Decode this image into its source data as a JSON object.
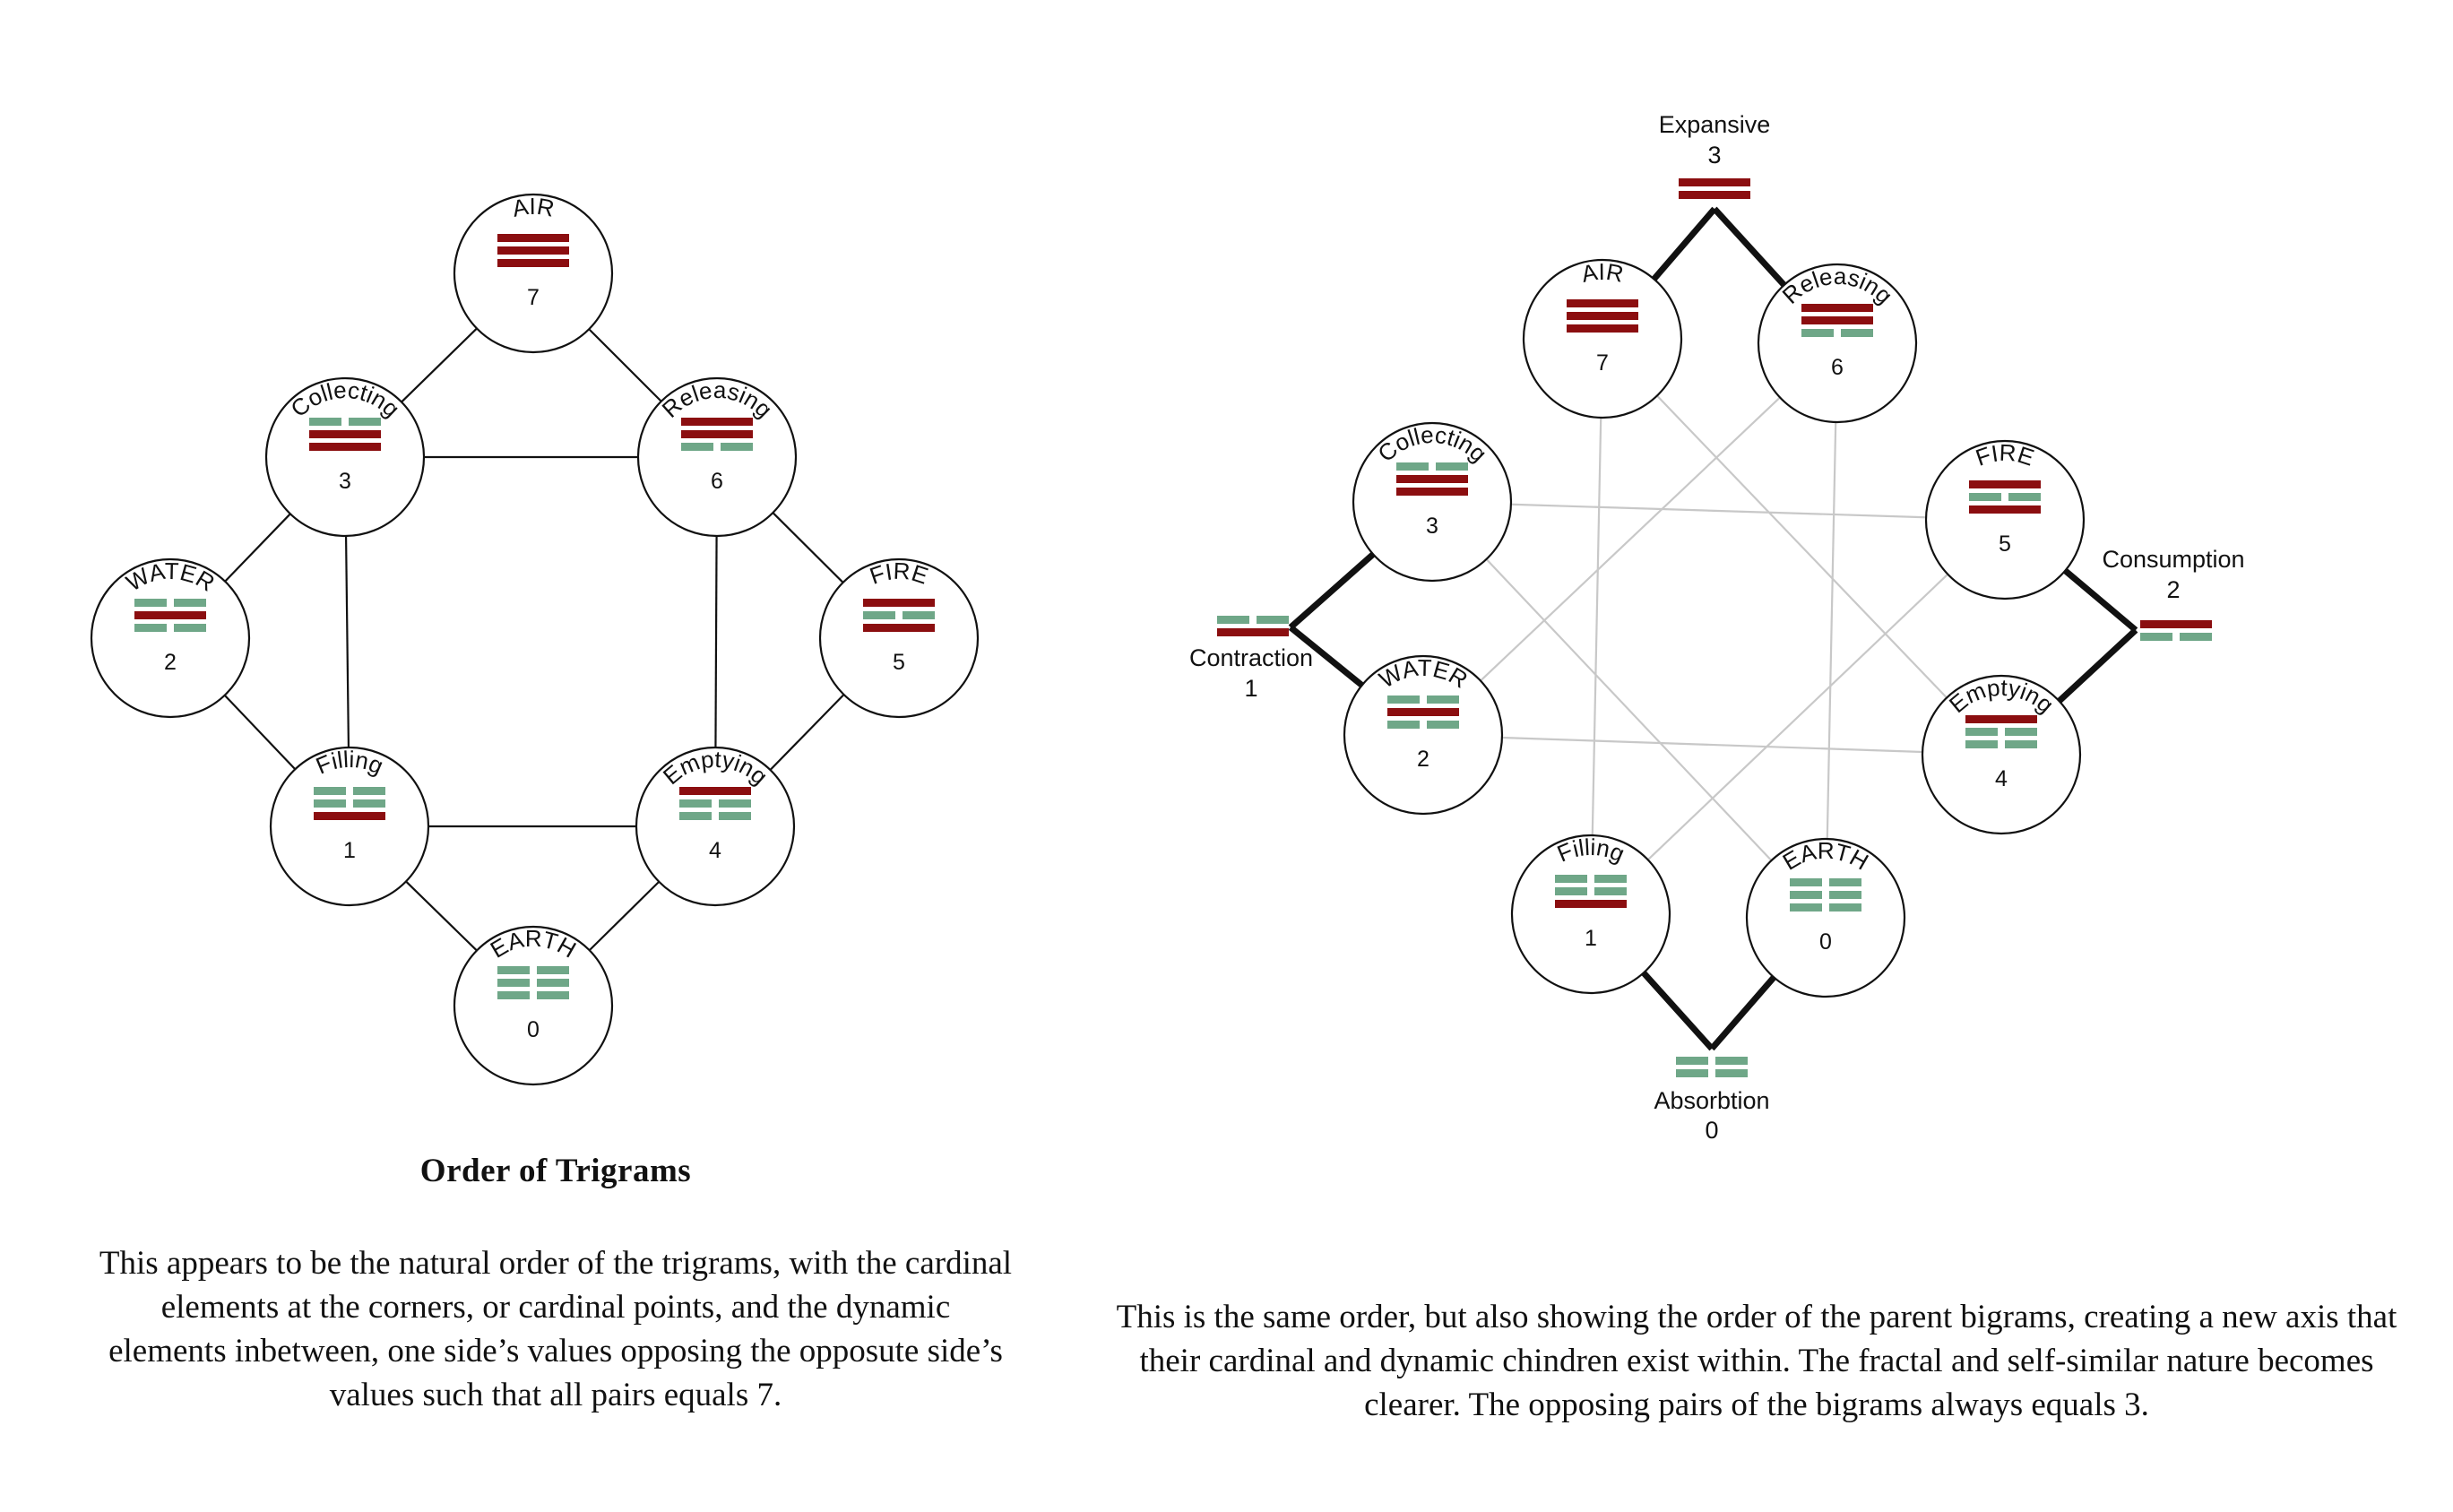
{
  "colors": {
    "yang": "#8b0e10",
    "yin": "#6fa788",
    "line": "#111111",
    "web": "#c8c8c8"
  },
  "left_diagram": {
    "title": "Order of Trigrams",
    "description": "This appears to be the natural order of the trigrams, with the cardinal elements at the corners, or cardinal points, and the dynamic elements inbetween, one side’s values opposing the opposute side’s values such that all pairs equals 7.",
    "nodes": [
      {
        "label": "AIR",
        "value": "7",
        "lines": [
          "yang",
          "yang",
          "yang"
        ]
      },
      {
        "label": "Collecting",
        "value": "3",
        "lines": [
          "yin",
          "yang",
          "yang"
        ]
      },
      {
        "label": "Releasing",
        "value": "6",
        "lines": [
          "yang",
          "yang",
          "yin"
        ]
      },
      {
        "label": "WATER",
        "value": "2",
        "lines": [
          "yin",
          "yang",
          "yin"
        ]
      },
      {
        "label": "FIRE",
        "value": "5",
        "lines": [
          "yang",
          "yin",
          "yang"
        ]
      },
      {
        "label": "Filling",
        "value": "1",
        "lines": [
          "yin",
          "yin",
          "yang"
        ]
      },
      {
        "label": "Emptying",
        "value": "4",
        "lines": [
          "yang",
          "yin",
          "yin"
        ]
      },
      {
        "label": "EARTH",
        "value": "0",
        "lines": [
          "yin",
          "yin",
          "yin"
        ]
      }
    ]
  },
  "right_diagram": {
    "description": "This is the same order, but also showing the order of the parent bigrams, creating a new axis that their cardinal and dynamic chindren exist within. The fractal and self-similar nature becomes clearer. The opposing pairs of the bigrams always equals 3.",
    "nodes": [
      {
        "label": "AIR",
        "value": "7",
        "lines": [
          "yang",
          "yang",
          "yang"
        ]
      },
      {
        "label": "Releasing",
        "value": "6",
        "lines": [
          "yang",
          "yang",
          "yin"
        ]
      },
      {
        "label": "Collecting",
        "value": "3",
        "lines": [
          "yin",
          "yang",
          "yang"
        ]
      },
      {
        "label": "FIRE",
        "value": "5",
        "lines": [
          "yang",
          "yin",
          "yang"
        ]
      },
      {
        "label": "WATER",
        "value": "2",
        "lines": [
          "yin",
          "yang",
          "yin"
        ]
      },
      {
        "label": "Emptying",
        "value": "4",
        "lines": [
          "yang",
          "yin",
          "yin"
        ]
      },
      {
        "label": "Filling",
        "value": "1",
        "lines": [
          "yin",
          "yin",
          "yang"
        ]
      },
      {
        "label": "EARTH",
        "value": "0",
        "lines": [
          "yin",
          "yin",
          "yin"
        ]
      }
    ],
    "bigrams": [
      {
        "label": "Expansive",
        "value": "3",
        "lines": [
          "yang",
          "yang"
        ]
      },
      {
        "label": "Consumption",
        "value": "2",
        "lines": [
          "yang",
          "yin"
        ]
      },
      {
        "label": "Contraction",
        "value": "1",
        "lines": [
          "yin",
          "yang"
        ]
      },
      {
        "label": "Absorbtion",
        "value": "0",
        "lines": [
          "yin",
          "yin"
        ]
      }
    ]
  }
}
